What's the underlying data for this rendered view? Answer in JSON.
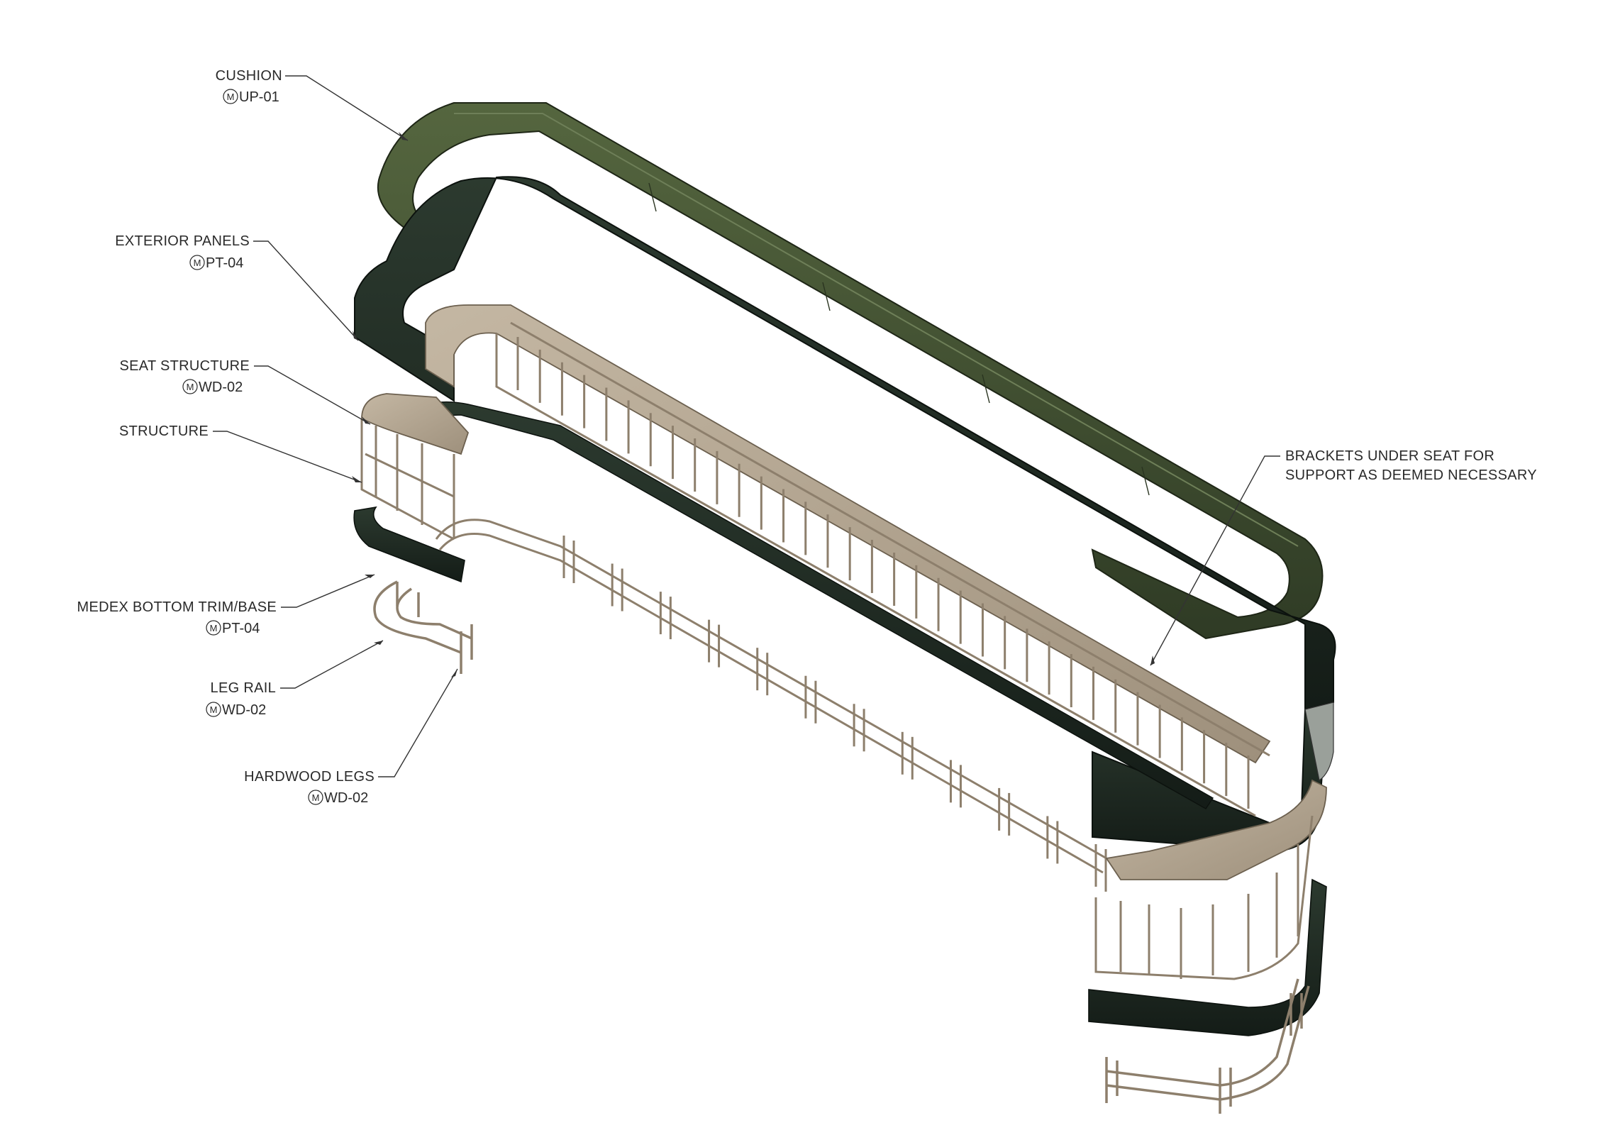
{
  "callouts": [
    {
      "id": "cushion",
      "label": "CUSHION",
      "code": "UP-01",
      "marker": "M"
    },
    {
      "id": "exterior-panels",
      "label": "EXTERIOR PANELS",
      "code": "PT-04",
      "marker": "M"
    },
    {
      "id": "seat-structure",
      "label": "SEAT STRUCTURE",
      "code": "WD-02",
      "marker": "M"
    },
    {
      "id": "structure",
      "label": "STRUCTURE",
      "code": "",
      "marker": ""
    },
    {
      "id": "medex-trim",
      "label": "MEDEX BOTTOM TRIM/BASE",
      "code": "PT-04",
      "marker": "M"
    },
    {
      "id": "leg-rail",
      "label": "LEG RAIL",
      "code": "WD-02",
      "marker": "M"
    },
    {
      "id": "hardwood-legs",
      "label": "HARDWOOD LEGS",
      "code": "WD-02",
      "marker": "M"
    }
  ],
  "brackets_note": {
    "line1": "BRACKETS UNDER SEAT FOR",
    "line2": "SUPPORT AS DEEMED NECESSARY"
  },
  "colors": {
    "cushion": "#3c4a2e",
    "panel": "#1f2a22",
    "wood": "#b3a591",
    "frame": "#8d7f6c"
  }
}
